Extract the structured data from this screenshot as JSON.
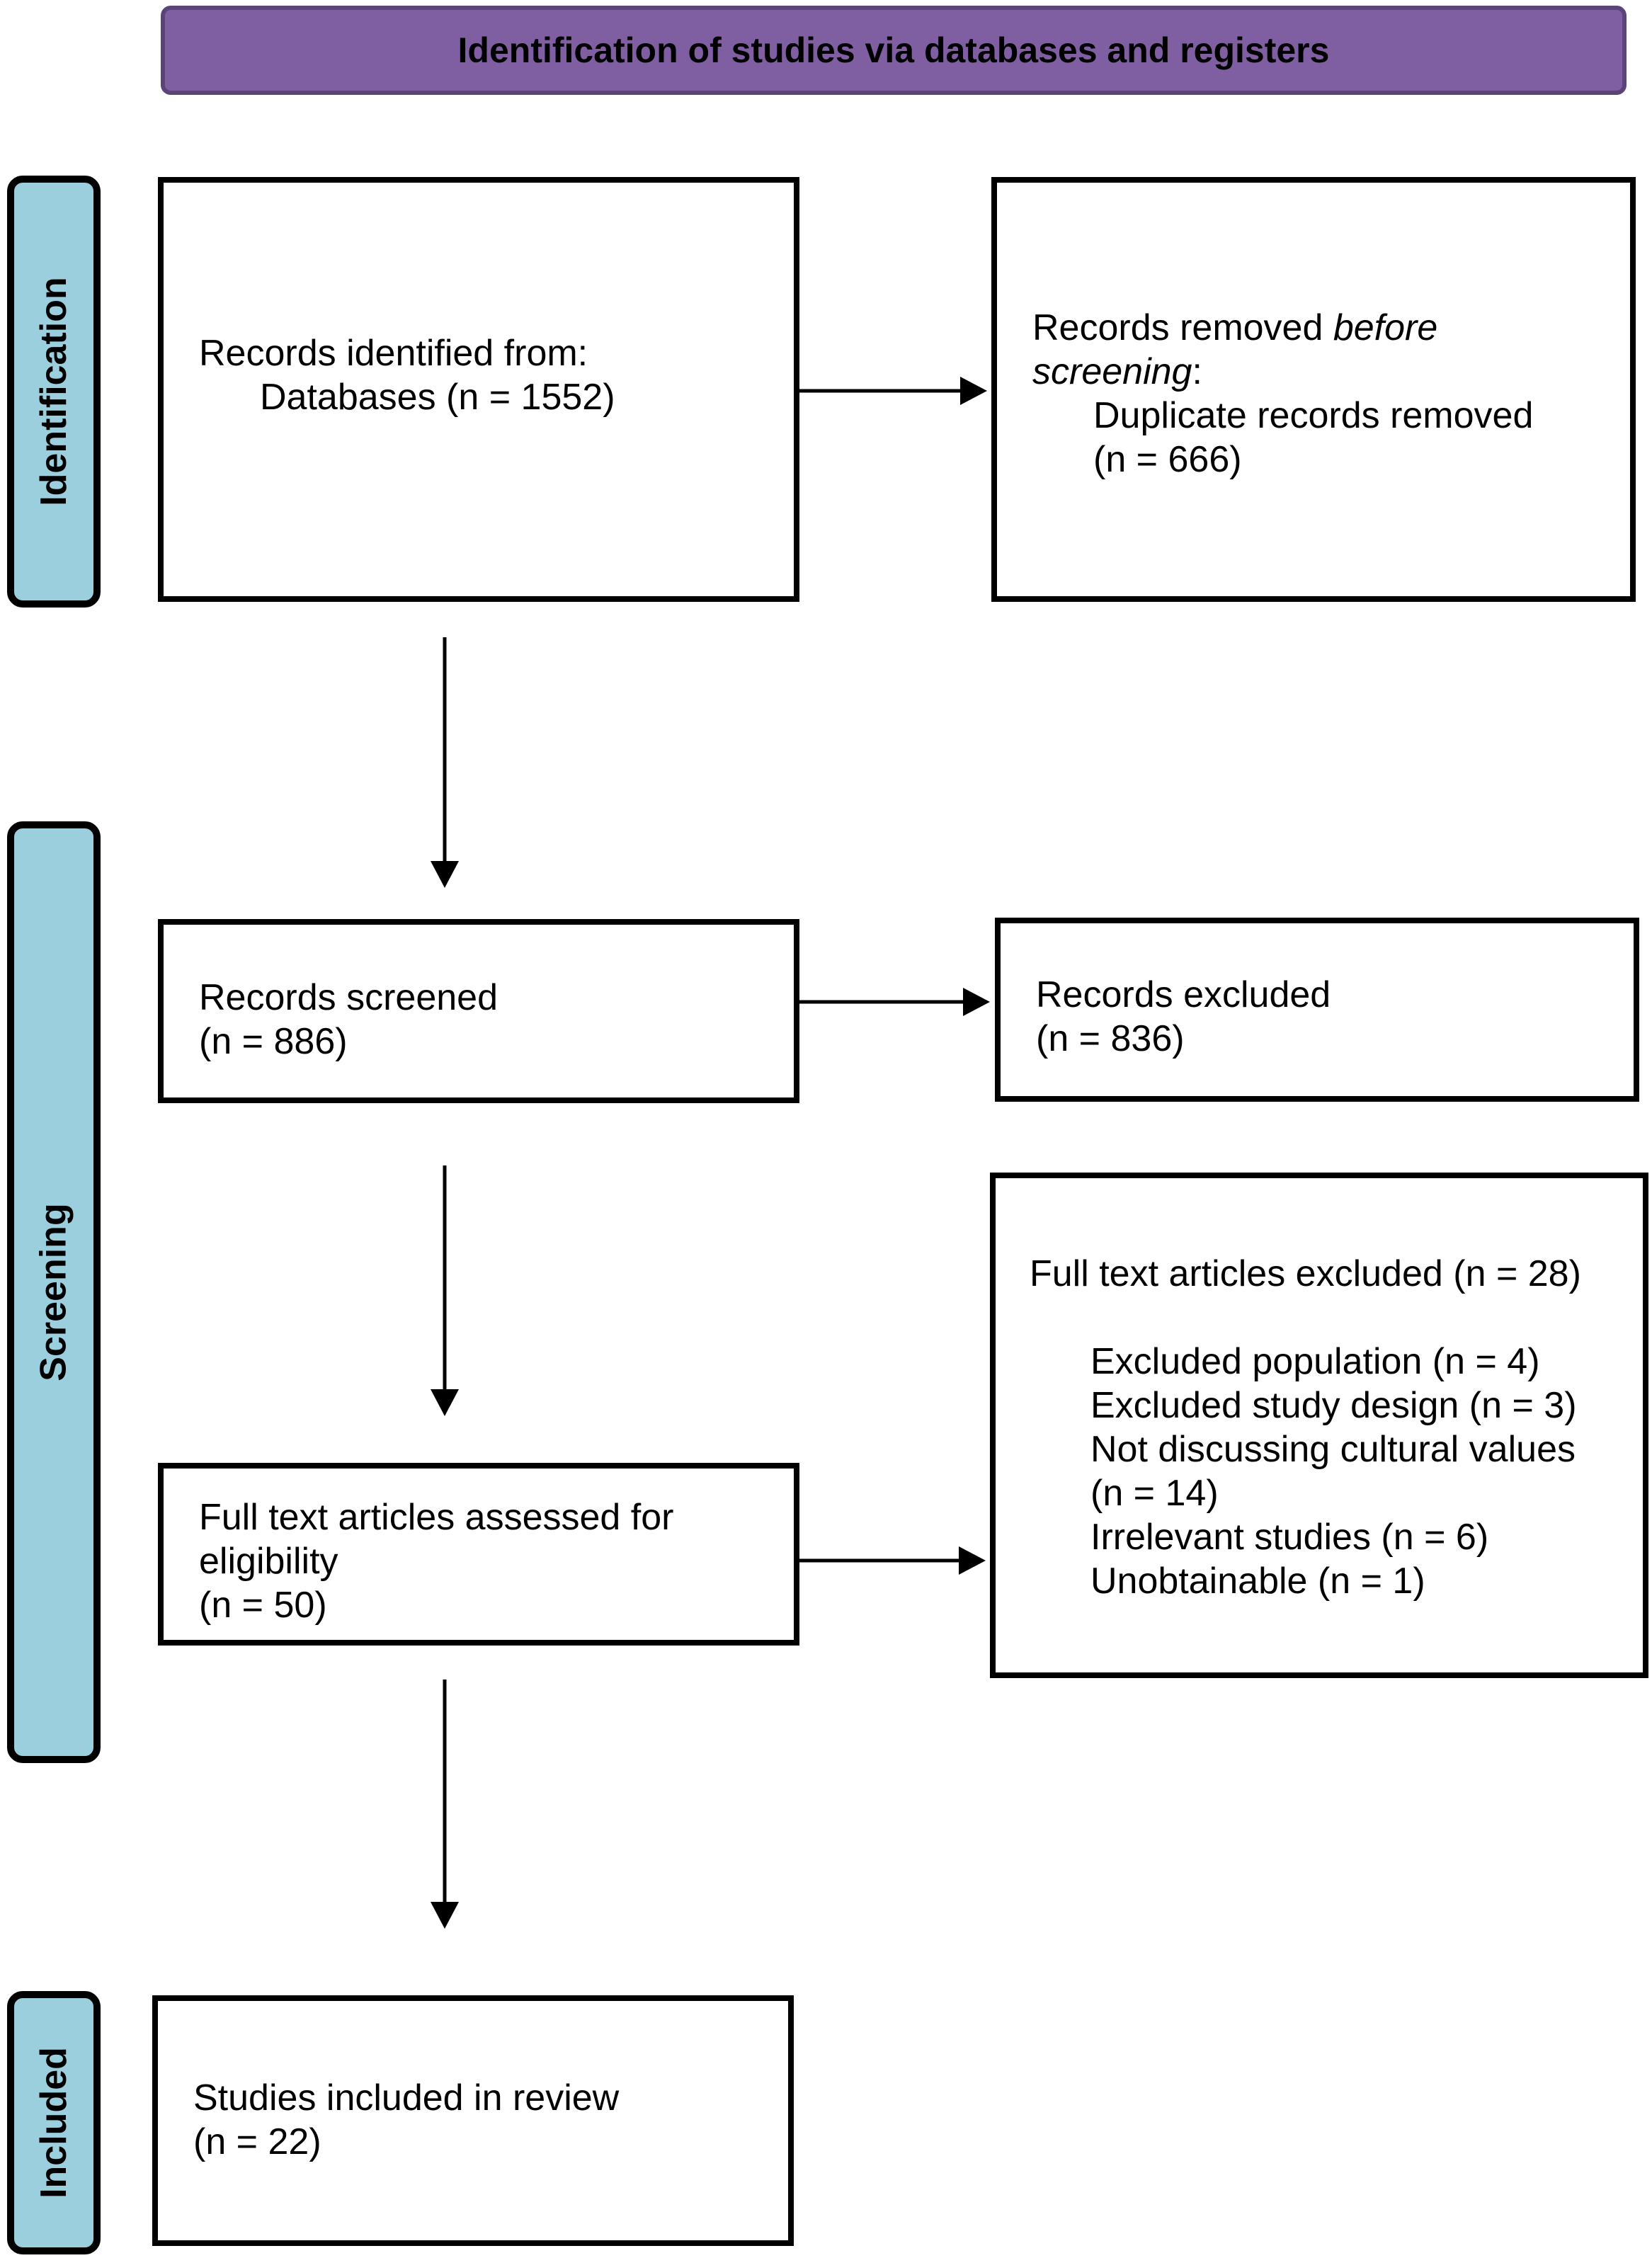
{
  "header": {
    "title": "Identification of studies via databases and registers",
    "background_color": "#7f5fa2"
  },
  "stages": {
    "identification": "Identification",
    "screening": "Screening",
    "included": "Included",
    "color": "#9ccfde"
  },
  "boxes": {
    "records_identified": {
      "line1": "Records identified from:",
      "line2": "Databases (n = 1552)"
    },
    "records_removed": {
      "line1_prefix": "Records removed ",
      "line1_italic": "before",
      "line2_italic": "screening",
      "line2_suffix": ":",
      "line3": "Duplicate records removed",
      "line4": "(n = 666)"
    },
    "records_screened": {
      "line1": "Records screened",
      "line2": "(n = 886)"
    },
    "records_excluded": {
      "line1": "Records excluded",
      "line2": "(n = 836)"
    },
    "full_text_assessed": {
      "line1": "Full text articles assessed for",
      "line2": "eligibility",
      "line3": "(n = 50)"
    },
    "full_text_excluded": {
      "title": "Full text articles excluded (n = 28)",
      "reasons": [
        "Excluded population (n = 4)",
        "Excluded study design (n = 3)",
        "Not discussing cultural values",
        "(n = 14)",
        "Irrelevant studies (n = 6)",
        "Unobtainable (n = 1)"
      ]
    },
    "studies_included": {
      "line1": "Studies included in review",
      "line2": "(n = 22)"
    }
  }
}
